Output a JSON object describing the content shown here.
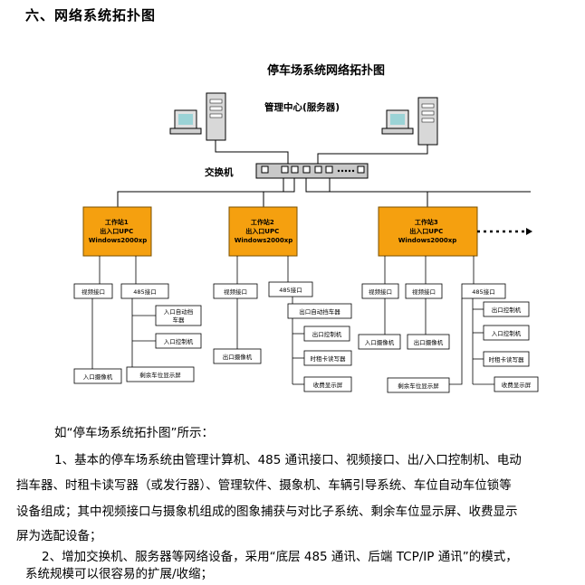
{
  "section_heading": "六、网络系统拓扑图",
  "diagram": {
    "title": "停车场系统网络拓扑图",
    "server_label": "管理中心(服务器)",
    "switch_label": "交换机",
    "workstations": [
      {
        "lines": [
          "工作站1",
          "出入口UPC",
          "Windows2000xp"
        ]
      },
      {
        "lines": [
          "工作站2",
          "出入口UPC",
          "Windows2000xp"
        ]
      },
      {
        "lines": [
          "工作站3",
          "出入口UPC",
          "Windows2000xp"
        ]
      }
    ],
    "ws1_boxes": {
      "video": "视频接口",
      "rs485": "485接口",
      "gate": [
        "入口自动挡",
        "车器"
      ],
      "ctrl": "入口控制机",
      "camera": "入口摄像机",
      "display": "剩余车位显示屏"
    },
    "ws2_boxes": {
      "video": "视频接口",
      "rs485": "485接口",
      "camera": "出口摄像机",
      "gate": "出口自动挡车器",
      "ctrl": "出口控制机",
      "card": "时租卡读写器",
      "fee": "收费显示屏"
    },
    "ws3_boxes": {
      "video1": "视频接口",
      "video2": "视频接口",
      "rs485": "485接口",
      "cam_in": "入口摄像机",
      "cam_out": "出口摄像机",
      "display": "剩余车位显示屏",
      "out_ctrl": "出口控制机",
      "in_ctrl": "入口控制机",
      "card": "时租卡读写器",
      "fee": "收费显示屏"
    }
  },
  "paragraphs": {
    "p0": "如“停车场系统拓扑图”所示：",
    "p1a": "1、基本的停车场系统由管理计算机、485 通讯接口、视频接口、出/入口控制机、电动",
    "p1b": "挡车器、时租卡读写器（或发行器）、管理软件、摄象机、车辆引导系统、车位自动车位锁等",
    "p1c": "设备组成；其中视频接口与摄象机组成的图象捕获与对比子系统、剩余车位显示屏、收费显示",
    "p1d": "屏为选配设备；",
    "p2a": "2、增加交换机、服务器等网络设备，采用“底层 485 通讯、后端 TCP/IP 通讯”的模式，",
    "p2b": "系统规模可以很容易的扩展/收缩；"
  },
  "colors": {
    "workstation_fill": "#f5a00f",
    "workstation_stroke": "#7a5000",
    "line": "#000000",
    "switch_fill": "#c8c8c8",
    "monitor_screen": "#9bd3d6"
  }
}
